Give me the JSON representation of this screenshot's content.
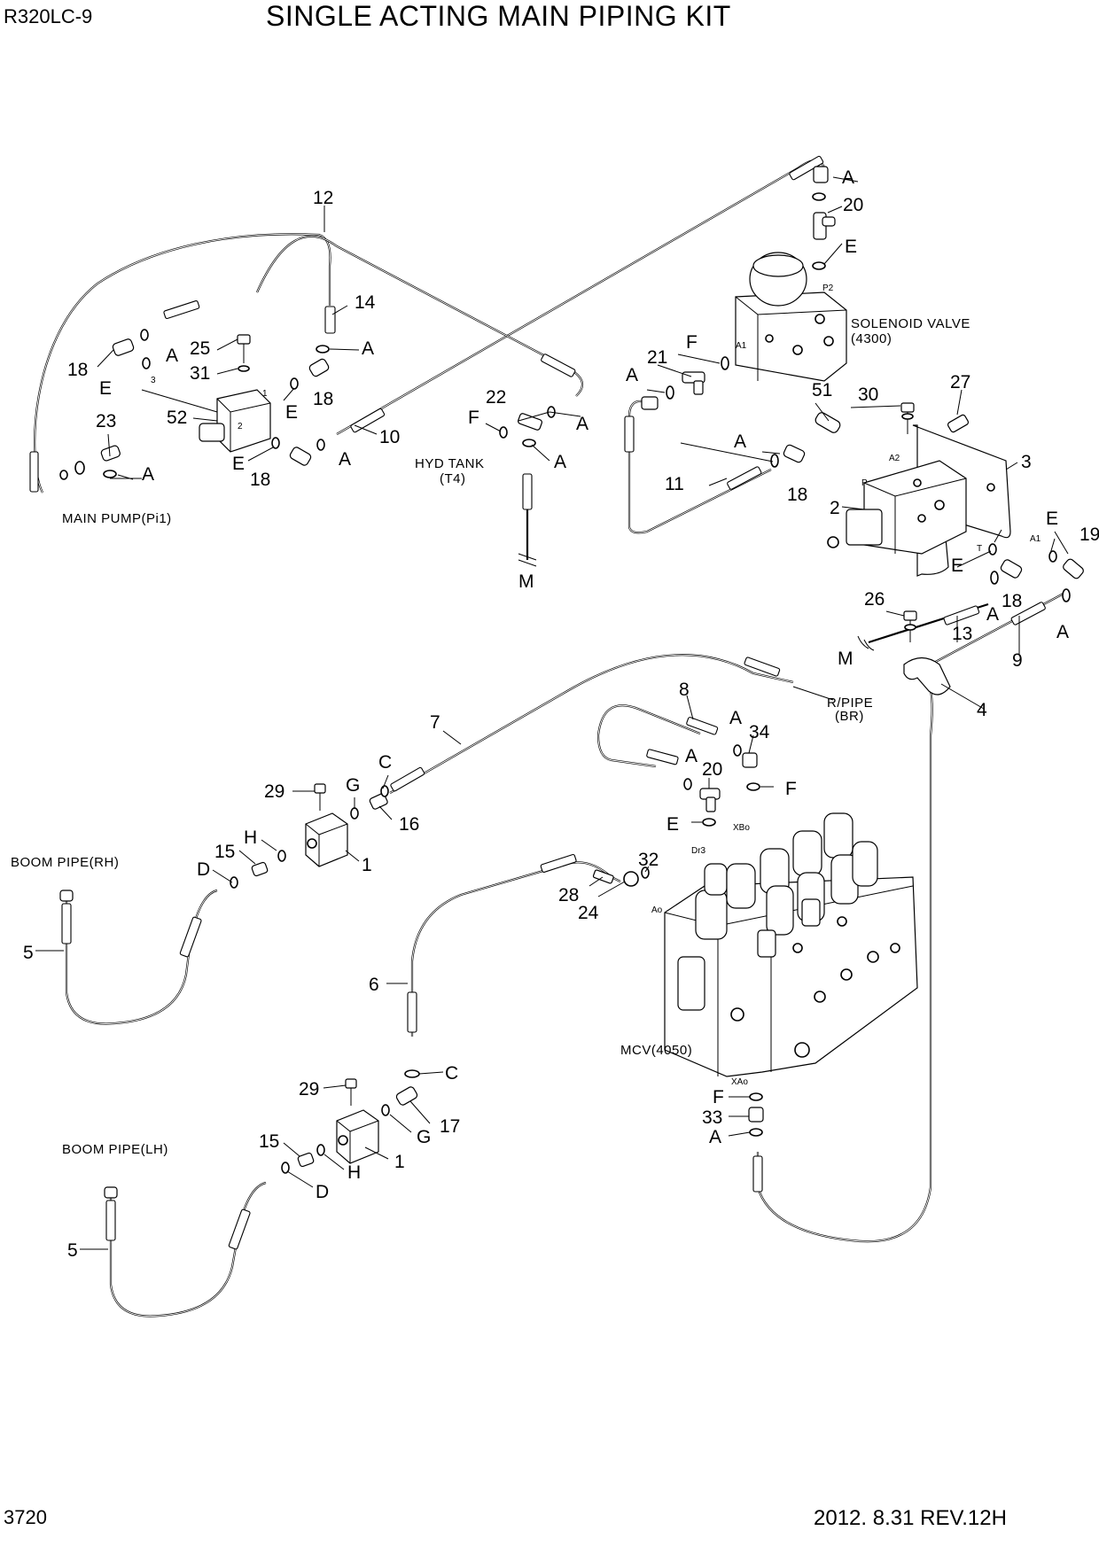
{
  "header": {
    "model": "R320LC-9",
    "title": "SINGLE ACTING MAIN PIPING KIT"
  },
  "footer": {
    "page_number": "3720",
    "revision": "2012. 8.31  REV.12H"
  },
  "notes": {
    "solenoid_valve": "SOLENOID VALVE",
    "solenoid_valve_code": "(4300)",
    "hyd_tank": "HYD TANK",
    "hyd_tank_code": "(T4)",
    "main_pump": "MAIN PUMP(Pi1)",
    "r_pipe": "R/PIPE",
    "r_pipe_code": "(BR)",
    "boom_pipe_rh": "BOOM PIPE(RH)",
    "boom_pipe_lh": "BOOM PIPE(LH)",
    "mcv": "MCV(4050)"
  },
  "ports": [
    "P2",
    "A1",
    "A2",
    "P",
    "T",
    "A1",
    "XBo",
    "Dr3",
    "Ao",
    "XAo",
    "1",
    "2",
    "3"
  ],
  "callouts": {
    "n1": "1",
    "n2": "2",
    "n3": "3",
    "n4": "4",
    "n5": "5",
    "n6": "6",
    "n7": "7",
    "n8": "8",
    "n9": "9",
    "n10": "10",
    "n11": "11",
    "n12": "12",
    "n13": "13",
    "n14": "14",
    "n15": "15",
    "n16": "16",
    "n17": "17",
    "n18": "18",
    "n19": "19",
    "n20": "20",
    "n21": "21",
    "n22": "22",
    "n23": "23",
    "n24": "24",
    "n25": "25",
    "n26": "26",
    "n27": "27",
    "n28": "28",
    "n29": "29",
    "n30": "30",
    "n31": "31",
    "n32": "32",
    "n33": "33",
    "n34": "34",
    "n51": "51",
    "n52": "52",
    "A": "A",
    "C": "C",
    "D": "D",
    "E": "E",
    "F": "F",
    "G": "G",
    "H": "H",
    "M": "M"
  }
}
